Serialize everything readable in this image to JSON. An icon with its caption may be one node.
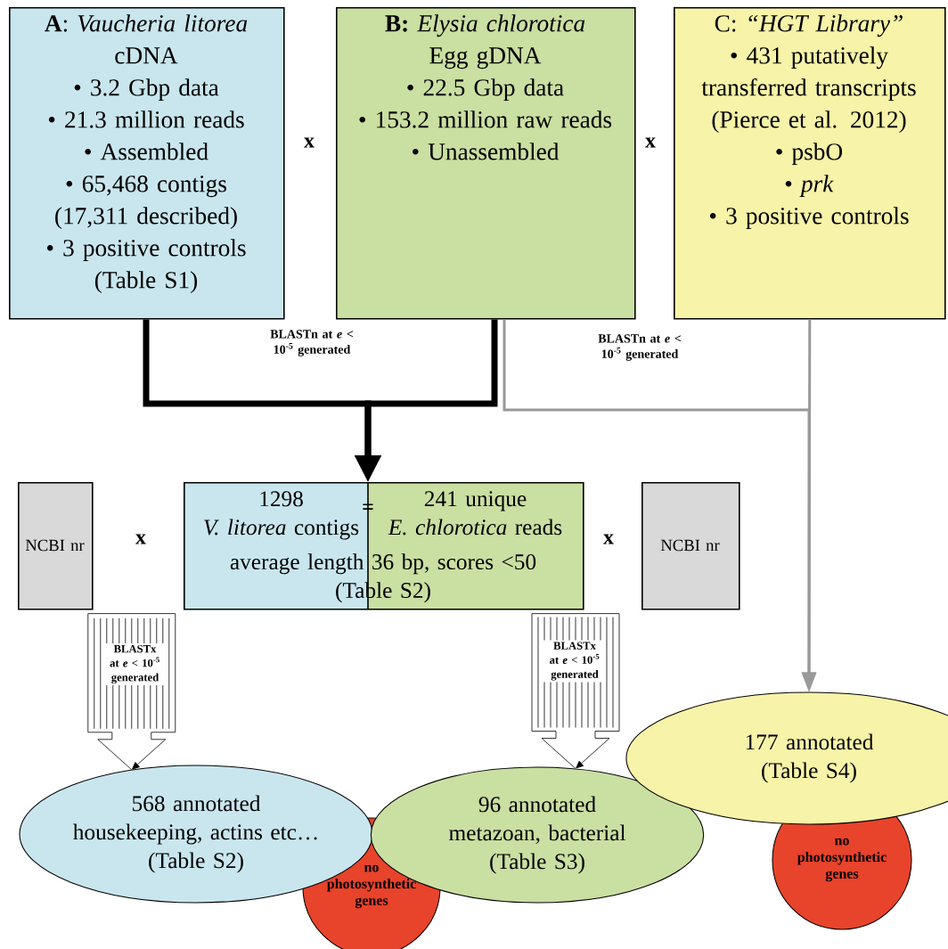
{
  "diagram": {
    "nodes": [
      {
        "text": [
          "**A**: *Vaucheria litorea*",
          "cDNA",
          "• 3.2 Gbp data",
          "• 21.3 million reads",
          "• Assembled",
          "• 65,468 contigs",
          "(17,311 described)",
          "• 3 positive controls",
          "(Table S1)"
        ]
      },
      {
        "text": [
          "**B:** *Elysia chlorotica*",
          "Egg gDNA",
          "• 22.5 Gbp data",
          "• 153.2 million raw reads",
          "• Unassembled"
        ]
      },
      {
        "text": [
          "C: *“HGT Library”*",
          "• 431 putatively transferred transcripts (Pierce et al. 2012)",
          "• psbO",
          "• *prk*",
          "• 3 positive controls"
        ]
      },
      {
        "text": [
          "NCBI nr"
        ]
      },
      {
        "text": [
          "1298",
          "*V. litorea* contigs",
          "241 unique",
          "*E. chlorotica* reads",
          "average length 36 bp, scores <50",
          "(Table S2)"
        ]
      },
      {
        "text": [
          "NCBI nr"
        ]
      },
      {
        "text": [
          "568 annotated",
          "housekeeping, actins etc…",
          "(Table S2)"
        ]
      },
      {
        "text": [
          "no photosynthetic genes"
        ]
      },
      {
        "text": [
          "96 annotated",
          "metazoan, bacterial",
          "(Table S3)"
        ]
      },
      {
        "text": [
          "177 annotated",
          "(Table S4)"
        ]
      },
      {
        "text": [
          "no photosynthetic genes"
        ]
      }
    ],
    "edges": [
      {
        "from": 0,
        "to": 4,
        "arrow": "to",
        "style": "thick",
        "label": "BLASTn at *e* < 10$^{-5}$ generated"
      },
      {
        "from": 1,
        "to": 4,
        "arrow": "to",
        "style": "thick"
      },
      {
        "from": 1,
        "to": 9,
        "arrow": "to",
        "color": "#999999",
        "label": "BLASTn at *e* < 10$^{-5}$ generated"
      },
      {
        "from": 2,
        "to": 9,
        "arrow": "to",
        "color": "#999999"
      },
      {
        "from": 3,
        "to": 6,
        "arrow": "to",
        "label": "BLASTx at *e* < 10$^{-5}$ generated"
      },
      {
        "from": 4,
        "to": 8,
        "arrow": "to",
        "label": "BLASTx at *e* < 10$^{-5}$ generated"
      }
    ],
    "labels": [
      "x",
      "x",
      "x",
      "=",
      "x"
    ]
  }
}
